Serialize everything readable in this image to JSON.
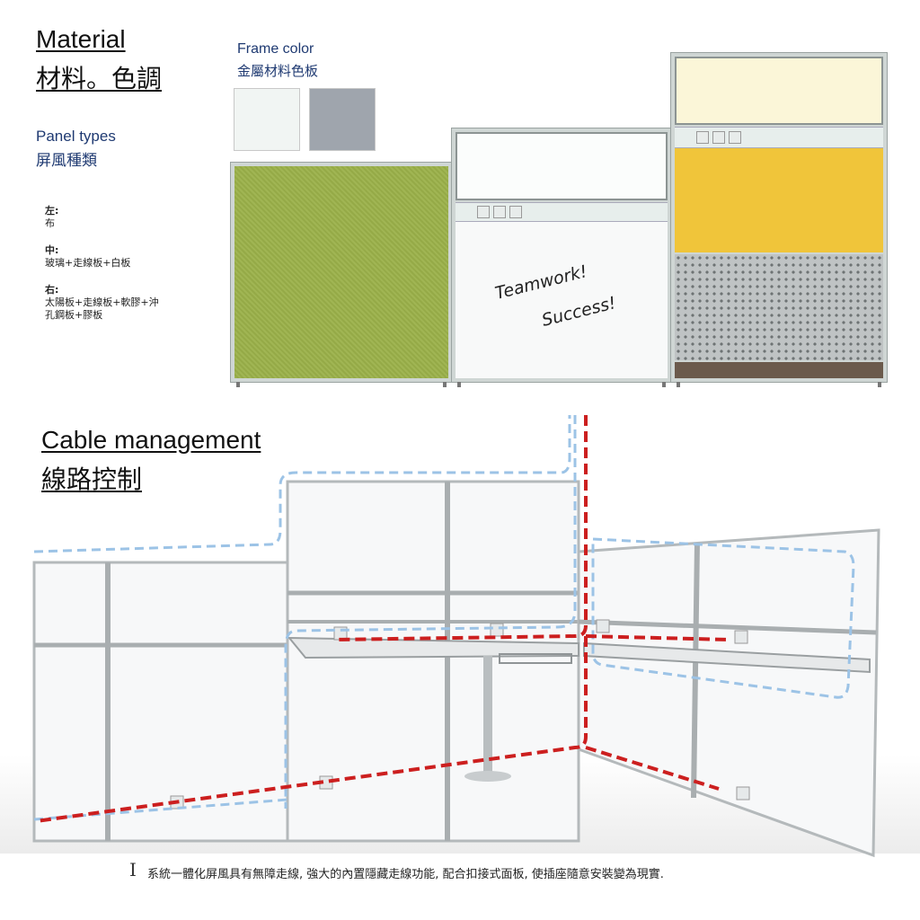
{
  "material": {
    "heading_en": "Material",
    "heading_zh": "材料。色調"
  },
  "frame_color": {
    "label_en": "Frame color",
    "label_zh": "金屬材料色板",
    "swatches": [
      "#f1f5f3",
      "#9fa5ad"
    ]
  },
  "panel_types": {
    "label_en": "Panel types",
    "label_zh": "屏風種類",
    "left_title": "左:",
    "left_desc": "布",
    "middle_title": "中:",
    "middle_desc": "玻璃+走線板+白板",
    "right_title": "右:",
    "right_desc_line1": "太陽板+走線板+軟膠+沖",
    "right_desc_line2": "孔鋼板+膠板"
  },
  "whiteboard": {
    "line1": "Teamwork!",
    "line2": "Success!"
  },
  "cable": {
    "heading_en": "Cable management",
    "heading_zh": "線路控制"
  },
  "caption": {
    "icon": "I",
    "text": "系統一體化屏風具有無障走線, 強大的內置隱藏走線功能, 配合扣接式面板, 使插座隨意安裝變為現實."
  },
  "colors": {
    "fabric_green": "#9bb14a",
    "fabric_yellow": "#f0c53a",
    "solar_cream": "#fbf6d8",
    "wood": "#6b5a4c",
    "cable_red": "#cc1f1f",
    "cable_blue": "#9cc3e6"
  }
}
